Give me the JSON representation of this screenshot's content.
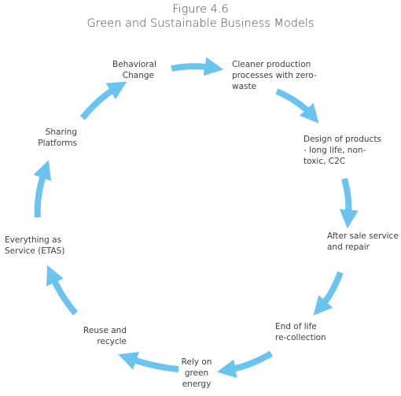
{
  "figure": {
    "title": "Figure 4.6",
    "subtitle": "Green and Sustainable Business Models"
  },
  "colors": {
    "arrow": "#6ac4ee",
    "text": "#3f3f3f"
  },
  "cycle": [
    {
      "lines": [
        "Behavioral",
        "Change"
      ]
    },
    {
      "lines": [
        "Cleaner production",
        "processes with zero-",
        "waste"
      ]
    },
    {
      "lines": [
        "Design of products",
        "- long life, non-",
        "toxic, C2C"
      ]
    },
    {
      "lines": [
        "After sale service",
        "and repair"
      ]
    },
    {
      "lines": [
        "End of life",
        "re-collection"
      ]
    },
    {
      "lines": [
        "Rely on",
        "green",
        "energy"
      ]
    },
    {
      "lines": [
        "Reuse and",
        "recycle"
      ]
    },
    {
      "lines": [
        "Everything as",
        "Service (ETAS)"
      ]
    },
    {
      "lines": [
        "Sharing",
        "Platforms"
      ]
    }
  ]
}
